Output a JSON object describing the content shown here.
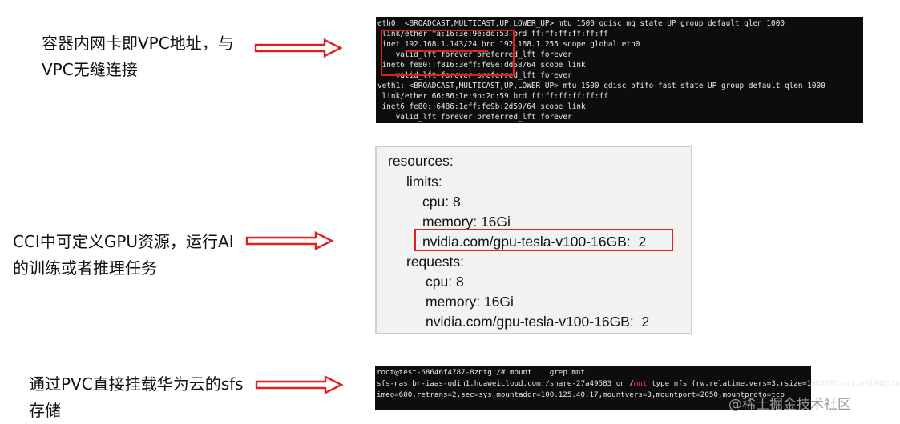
{
  "annotations": [
    {
      "lines": [
        "容器内网卡即VPC地址，与",
        "VPC无缝连接"
      ]
    },
    {
      "lines": [
        "CCI中可定义GPU资源，运行AI",
        "的训练或者推理任务"
      ]
    },
    {
      "lines": [
        "通过PVC直接挂载华为云的sfs",
        "存储"
      ]
    }
  ],
  "terminal_network": {
    "lines": [
      "eth0: <BROADCAST,MULTICAST,UP,LOWER_UP> mtu 1500 qdisc mq state UP group default qlen 1000",
      " link/ether fa:16:3e:9e:dd:53 brd ff:ff:ff:ff:ff:ff",
      " inet 192.168.1.143/24 brd 192.168.1.255 scope global eth0",
      "    valid_lft forever preferred_lft forever",
      " inet6 fe80::f816:3eff:fe9e:dd58/64 scope link",
      "    valid_lft forever preferred_lft forever",
      "veth1: <BROADCAST,MULTICAST,UP,LOWER_UP> mtu 1500 qdisc pfifo_fast state UP group default qlen 1000",
      " link/ether 66:86:1e:9b:2d:59 brd ff:ff:ff:ff:ff:ff",
      " inet6 fe80::6486:1eff:fe9b:2d59/64 scope link",
      "    valid_lft forever preferred_lft forever"
    ]
  },
  "yaml_snippet": {
    "lines": [
      "resources:",
      "limits:",
      "cpu: 8",
      "memory: 16Gi",
      "nvidia.com/gpu-tesla-v100-16GB:  2",
      "requests:",
      "cpu: 8",
      "memory: 16Gi",
      "nvidia.com/gpu-tesla-v100-16GB:  2"
    ]
  },
  "terminal_mount": {
    "line1": "root@test-68646f4787-8zntg:/# mount  | grep mnt",
    "line2_before": "sfs-nas.br-iaas-odin1.huaweicloud.com:/share-27a49583 on /",
    "line2_highlight": "mnt",
    "line2_after": " type nfs (rw,relatime,vers=3,rsize=1048576,wsize=1048576",
    "line3": "imeo=600,retrans=2,sec=sys,mountaddr=100.125.40.17,mountvers=3,mountport=2050,mountproto=tcp"
  },
  "watermark": "@稀土掘金技术社区",
  "colors": {
    "highlight": "#e02020",
    "terminal_bg": "#0d0d0d",
    "panel_bg": "#f2f2f2"
  }
}
